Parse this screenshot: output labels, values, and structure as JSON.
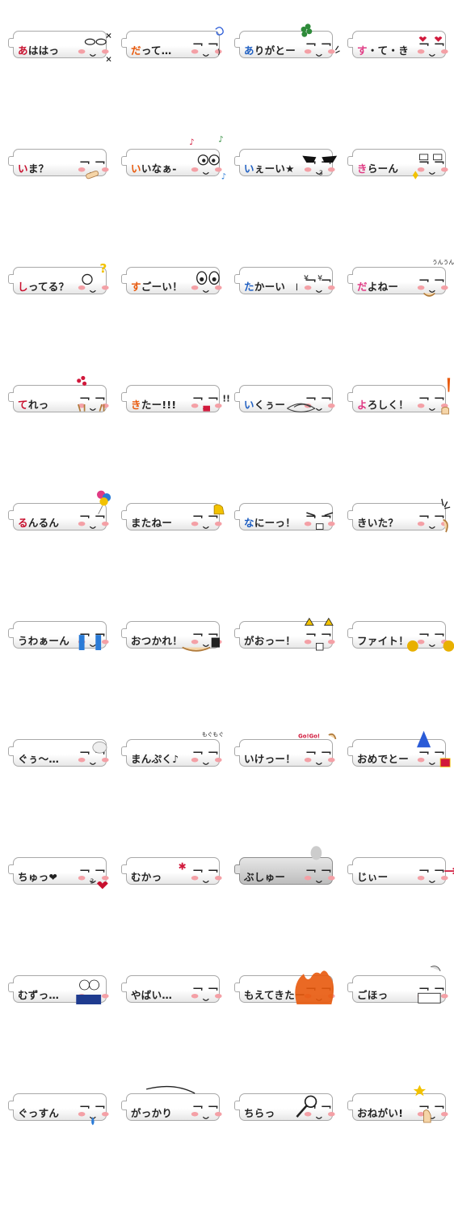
{
  "colors": {
    "red": "#c8102e",
    "orange": "#e8590c",
    "blue": "#1f5fc2",
    "pink": "#e03a84",
    "text": "#222222",
    "blush": "#f4a0a6"
  },
  "stickers": [
    {
      "first": "あ",
      "rest": "ははっ",
      "accent": "red",
      "face": "laugh"
    },
    {
      "first": "だ",
      "rest": "って…",
      "accent": "orange",
      "face": "swirl"
    },
    {
      "first": "あ",
      "rest": "りがとー",
      "accent": "blue",
      "face": "clover"
    },
    {
      "first": "す",
      "rest": "・て・き",
      "accent": "pink",
      "face": "hearts"
    },
    {
      "first": "い",
      "rest": "ま？",
      "accent": "red",
      "face": "bandage"
    },
    {
      "first": "い",
      "rest": "いなぁ-",
      "accent": "orange",
      "face": "notes"
    },
    {
      "first": "い",
      "rest": "ぇーい★",
      "accent": "blue",
      "face": "sunglasses"
    },
    {
      "first": "き",
      "rest": "らーん",
      "accent": "pink",
      "face": "sparkle"
    },
    {
      "first": "し",
      "rest": "ってる？",
      "accent": "red",
      "face": "question"
    },
    {
      "first": "す",
      "rest": "ごーい！",
      "accent": "orange",
      "face": "bigeyes"
    },
    {
      "first": "た",
      "rest": "かーい",
      "accent": "blue",
      "face": "yen"
    },
    {
      "first": "だ",
      "rest": "よねー",
      "accent": "pink",
      "face": "unun"
    },
    {
      "first": "て",
      "rest": "れっ",
      "accent": "red",
      "face": "shy"
    },
    {
      "first": "き",
      "rest": "たー!!!",
      "accent": "orange",
      "face": "excited"
    },
    {
      "first": "い",
      "rest": "くぅー",
      "accent": "blue",
      "face": "dash"
    },
    {
      "first": "よ",
      "rest": "ろしく！",
      "accent": "pink",
      "face": "thumb"
    },
    {
      "first": "る",
      "rest": "んるん",
      "accent": "red",
      "face": "balloons"
    },
    {
      "first": "",
      "rest": "またねー",
      "accent": "text",
      "face": "bell"
    },
    {
      "first": "な",
      "rest": "にーっ！",
      "accent": "blue",
      "face": "angry"
    },
    {
      "first": "",
      "rest": "きいた？",
      "accent": "text",
      "face": "ear"
    },
    {
      "first": "",
      "rest": "うわぁーん",
      "accent": "text",
      "face": "cry"
    },
    {
      "first": "",
      "rest": "おつかれ！",
      "accent": "text",
      "face": "cup"
    },
    {
      "first": "",
      "rest": "がおっー！",
      "accent": "text",
      "face": "horns"
    },
    {
      "first": "",
      "rest": "ファイト！",
      "accent": "text",
      "face": "pompom"
    },
    {
      "first": "",
      "rest": "ぐぅ〜…",
      "accent": "text",
      "face": "sleep"
    },
    {
      "first": "",
      "rest": "まんぷく♪",
      "accent": "text",
      "face": "full"
    },
    {
      "first": "",
      "rest": "いけっー！",
      "accent": "text",
      "face": "gogo"
    },
    {
      "first": "",
      "rest": "おめでとー",
      "accent": "text",
      "face": "party"
    },
    {
      "first": "",
      "rest": "ちゅっ❤",
      "accent": "text",
      "face": "kiss"
    },
    {
      "first": "",
      "rest": "むかっ",
      "accent": "text",
      "face": "mad"
    },
    {
      "first": "",
      "rest": "ぶしゅー",
      "accent": "text",
      "face": "ghost"
    },
    {
      "first": "",
      "rest": "じぃー",
      "accent": "text",
      "face": "arrow"
    },
    {
      "first": "",
      "rest": "むずっ…",
      "accent": "text",
      "face": "book"
    },
    {
      "first": "",
      "rest": "やばい…",
      "accent": "text",
      "face": "plain"
    },
    {
      "first": "",
      "rest": "もえてきたー",
      "accent": "text",
      "face": "fire"
    },
    {
      "first": "",
      "rest": "ごほっ",
      "accent": "text",
      "face": "mask"
    },
    {
      "first": "",
      "rest": "ぐっすん",
      "accent": "text",
      "face": "tear"
    },
    {
      "first": "",
      "rest": "がっかり",
      "accent": "text",
      "face": "sad"
    },
    {
      "first": "",
      "rest": "ちらっ",
      "accent": "text",
      "face": "lens"
    },
    {
      "first": "",
      "rest": "おねがい!",
      "accent": "text",
      "face": "pray"
    }
  ]
}
